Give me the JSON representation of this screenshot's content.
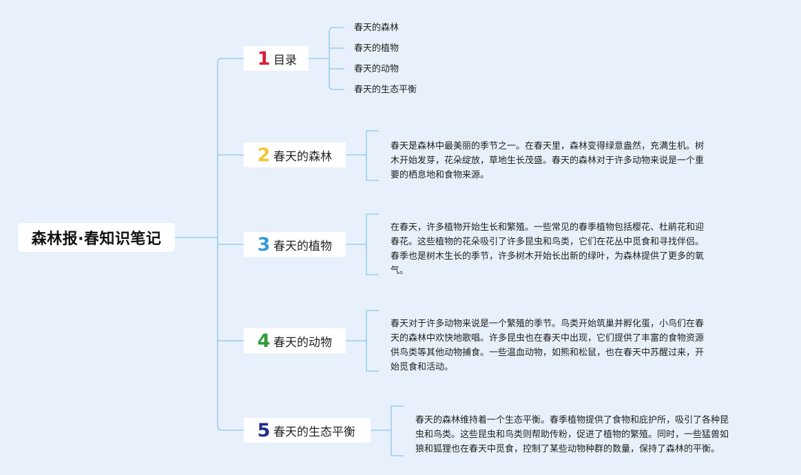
{
  "root": {
    "title": "森林报·春知识笔记"
  },
  "topics": [
    {
      "num": "1",
      "color": "#d6203a",
      "label": "目录"
    },
    {
      "num": "2",
      "color": "#f2c636",
      "label": "春天的森林"
    },
    {
      "num": "3",
      "color": "#3a9ad9",
      "label": "春天的植物"
    },
    {
      "num": "4",
      "color": "#2f9c3a",
      "label": "春天的动物"
    },
    {
      "num": "5",
      "color": "#1f2f86",
      "label": "春天的生态平衡"
    }
  ],
  "toc": [
    "春天的森林",
    "春天的植物",
    "春天的动物",
    "春天的生态平衡"
  ],
  "paragraphs": {
    "forest": [
      "春天是森林中最美丽的季节之一。在春天里，森林变得绿意盎然，充满生机。树",
      "木开始发芽，花朵绽放，草地生长茂盛。春天的森林对于许多动物来说是一个重",
      "要的栖息地和食物来源。"
    ],
    "plants": [
      "在春天，许多植物开始生长和繁殖。一些常见的春季植物包括樱花、杜鹃花和迎",
      "春花。这些植物的花朵吸引了许多昆虫和鸟类，它们在花丛中觅食和寻找伴侣。",
      "春季也是树木生长的季节，许多树木开始长出新的绿叶，为森林提供了更多的氧",
      "气。"
    ],
    "animals": [
      "春天对于许多动物来说是一个繁殖的季节。鸟类开始筑巢并孵化蛋，小鸟们在春",
      "天的森林中欢快地歌唱。许多昆虫也在春天中出现，它们提供了丰富的食物资源",
      "供鸟类等其他动物捕食。一些温血动物，如熊和松鼠，也在春天中苏醒过来，开",
      "始觅食和活动。"
    ],
    "balance": [
      "春天的森林维持着一个生态平衡。春季植物提供了食物和庇护所，吸引了各种昆",
      "虫和鸟类。这些昆虫和鸟类则帮助传粉，促进了植物的繁殖。同时，一些猛兽如",
      "狼和狐狸也在春天中觅食，控制了某些动物种群的数量，保持了森林的平衡。"
    ]
  }
}
